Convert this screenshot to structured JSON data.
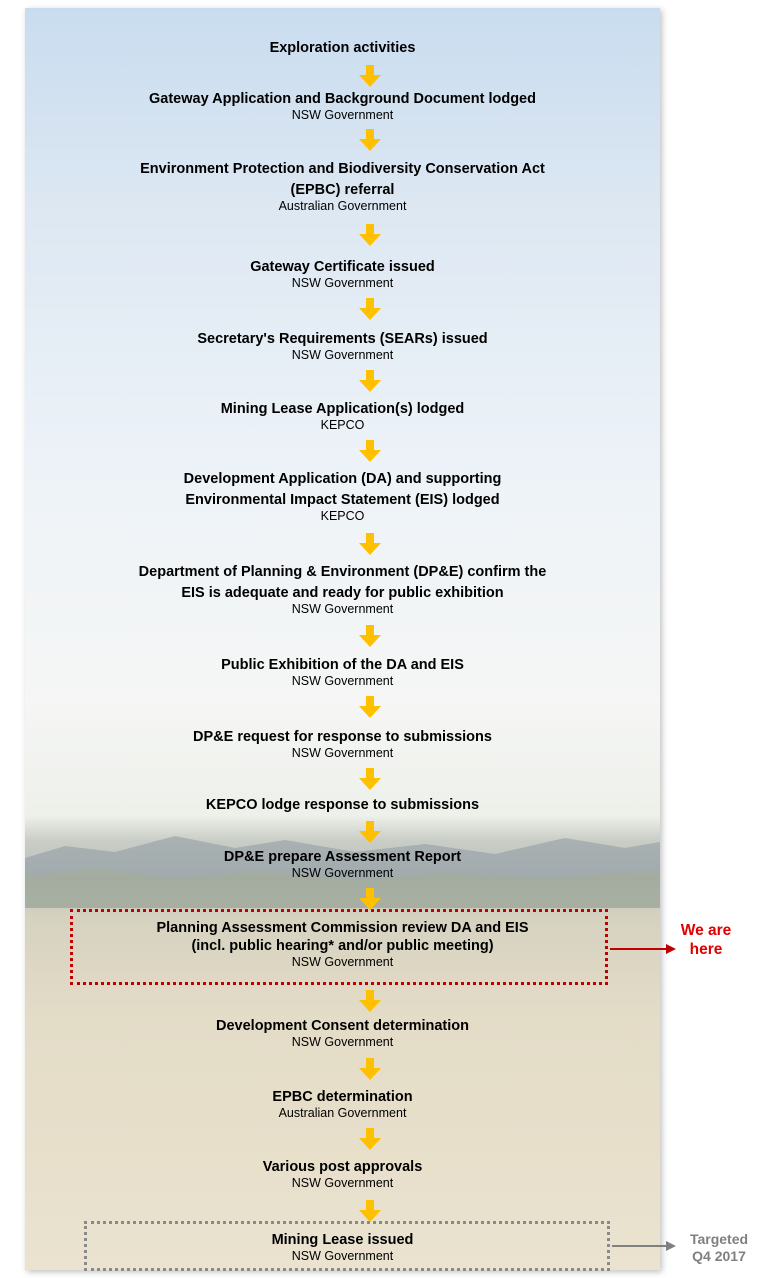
{
  "steps": [
    {
      "title": "Exploration activities",
      "subtitle": ""
    },
    {
      "title": "Gateway Application and Background Document lodged",
      "subtitle": "NSW Government"
    },
    {
      "title": "Environment Protection and Biodiversity Conservation Act (EPBC) referral",
      "title_line1": "Environment Protection and Biodiversity Conservation Act",
      "title_line2": "(EPBC) referral",
      "subtitle": "Australian Government"
    },
    {
      "title": "Gateway Certificate issued",
      "subtitle": "NSW Government"
    },
    {
      "title": "Secretary's Requirements (SEARs) issued",
      "subtitle": "NSW Government"
    },
    {
      "title": "Mining Lease Application(s) lodged",
      "subtitle": "KEPCO"
    },
    {
      "title_line1": "Development Application (DA) and supporting",
      "title_line2": "Environmental Impact Statement (EIS) lodged",
      "subtitle": "KEPCO"
    },
    {
      "title_line1": "Department of Planning & Environment (DP&E) confirm the",
      "title_line2": "EIS is adequate and ready for public exhibition",
      "subtitle": "NSW Government"
    },
    {
      "title": "Public Exhibition of the DA and EIS",
      "subtitle": "NSW Government"
    },
    {
      "title": "DP&E request for response to submissions",
      "subtitle": "NSW Government"
    },
    {
      "title": "KEPCO lodge response to submissions",
      "subtitle": ""
    },
    {
      "title": "DP&E prepare Assessment Report",
      "subtitle": "NSW Government"
    },
    {
      "title_line1": "Planning Assessment Commission review DA and EIS",
      "title_line2": "(incl. public hearing* and/or public meeting)",
      "subtitle": "NSW Government"
    },
    {
      "title": "Development Consent determination",
      "subtitle": "NSW Government"
    },
    {
      "title": "EPBC determination",
      "subtitle": "Australian Government"
    },
    {
      "title": "Various post approvals",
      "subtitle": "NSW Government"
    },
    {
      "title": "Mining Lease issued",
      "subtitle": "NSW Government"
    }
  ],
  "callouts": {
    "current": {
      "line1": "We are",
      "line2": "here",
      "color": "#e00000"
    },
    "target": {
      "line1": "Targeted",
      "line2": "Q4 2017",
      "color": "#808080"
    }
  },
  "colors": {
    "arrow": "#ffc000",
    "current_box": "#c00000",
    "target_box": "#8a8a8a"
  }
}
